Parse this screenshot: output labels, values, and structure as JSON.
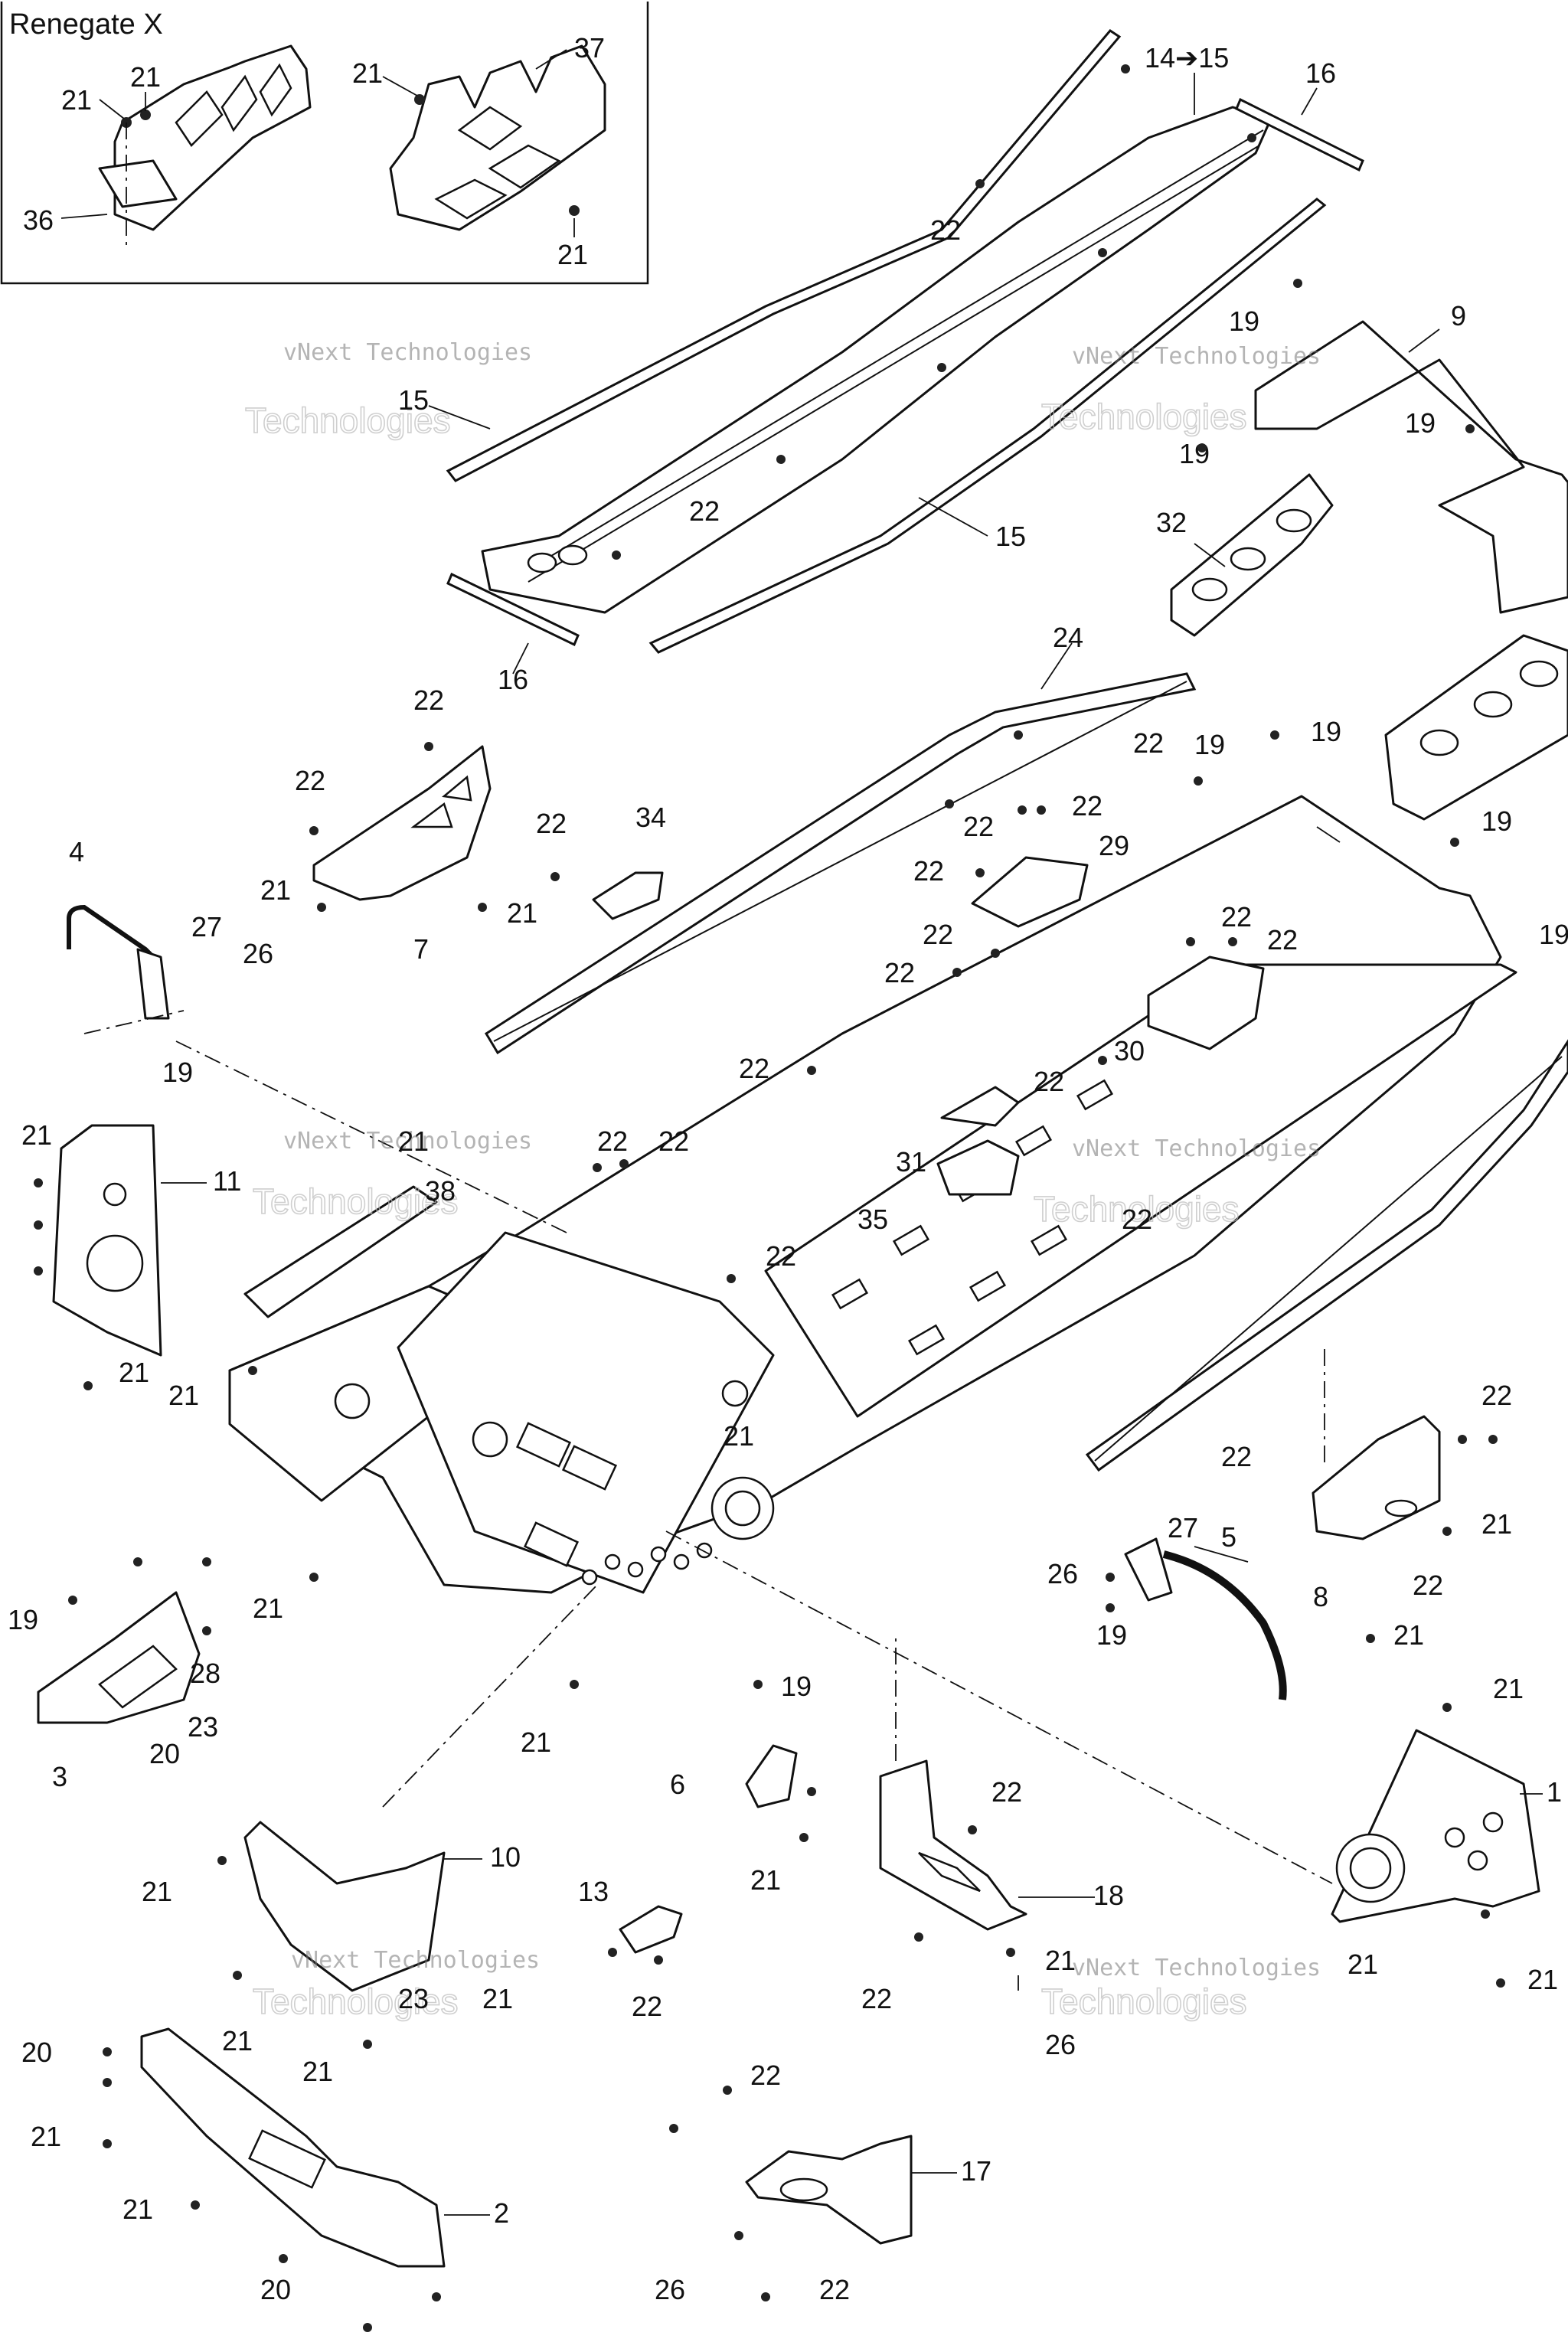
{
  "inset": {
    "title": "Renegate X"
  },
  "watermark": {
    "line1": "vNext",
    "line2": "Technologies",
    "mono": "vNext Technologies"
  },
  "callouts": {
    "c_21_a": "21",
    "c_21_b": "21",
    "c_36": "36",
    "c_21_c": "21",
    "c_37": "37",
    "c_21_d": "21",
    "c_14_15": "14➔15",
    "c_16_a": "16",
    "c_22_a": "22",
    "c_15_a": "15",
    "c_19_a": "19",
    "c_9": "9",
    "c_19_b": "19",
    "c_19_c": "19",
    "c_22_b": "22",
    "c_32": "32",
    "c_15_b": "15",
    "c_16_b": "16",
    "c_24": "24",
    "c_22_c": "22",
    "c_22_d": "22",
    "c_19_d": "19",
    "c_19_e": "19",
    "c_22_e": "22",
    "c_22_f": "22",
    "c_22_g": "22",
    "c_34": "34",
    "c_21_e": "21",
    "c_7": "7",
    "c_21_f": "21",
    "c_22_h": "22",
    "c_22_i": "22",
    "c_29": "29",
    "c_22_j": "22",
    "c_19_f": "19",
    "c_4": "4",
    "c_27_a": "27",
    "c_26_a": "26",
    "c_19_g": "19",
    "c_22_k": "22",
    "c_22_l": "22",
    "c_22_m": "22",
    "c_22_n": "22",
    "c_19_h": "19",
    "c_30": "30",
    "c_22_o": "22",
    "c_22_p": "22",
    "c_21_g": "21",
    "c_11": "11",
    "c_21_h": "21",
    "c_38": "38",
    "c_22_q": "22",
    "c_22_r": "22",
    "c_31": "31",
    "c_35": "35",
    "c_22_s": "22",
    "c_22_t": "22",
    "c_21_i": "21",
    "c_21_j": "21",
    "c_21_k": "21",
    "c_22_u": "22",
    "c_22_v": "22",
    "c_27_b": "27",
    "c_5": "5",
    "c_21_l": "21",
    "c_8": "8",
    "c_22_w": "22",
    "c_26_b": "26",
    "c_19_i": "19",
    "c_21_m": "21",
    "c_19_j": "19",
    "c_28": "28",
    "c_23_a": "23",
    "c_21_n": "21",
    "c_19_k": "19",
    "c_3": "3",
    "c_20_a": "20",
    "c_21_o": "21",
    "c_6": "6",
    "c_21_p": "21",
    "c_22_x": "22",
    "c_1": "1",
    "c_21_q": "21",
    "c_10": "10",
    "c_13": "13",
    "c_18": "18",
    "c_21_r": "21",
    "c_23_b": "23",
    "c_21_s": "21",
    "c_22_y": "22",
    "c_22_z": "22",
    "c_21_t": "21",
    "c_21_u": "21",
    "c_26_c": "26",
    "c_21_v": "21",
    "c_20_b": "20",
    "c_22_aa": "22",
    "c_21_w": "21",
    "c_17": "17",
    "c_21_x": "21",
    "c_2": "2",
    "c_20_c": "20",
    "c_26_d": "26",
    "c_21_y": "21",
    "c_21_z": "21"
  }
}
